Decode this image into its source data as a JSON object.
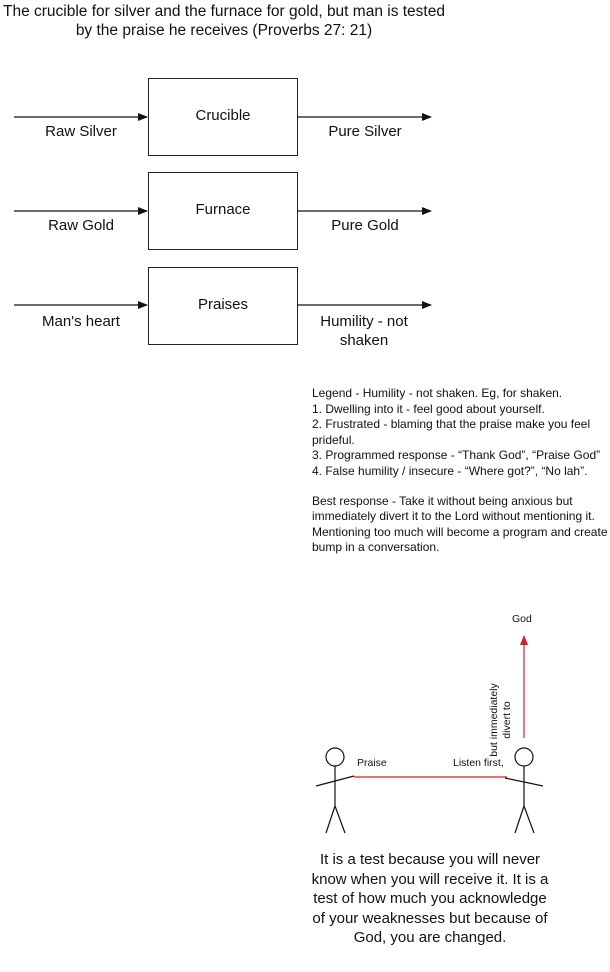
{
  "title": "The crucible for silver and the furnace for gold, but man is tested by the praise he receives (Proverbs 27: 21)",
  "processes": [
    {
      "box": "Crucible",
      "input": "Raw Silver",
      "output": "Pure Silver"
    },
    {
      "box": "Furnace",
      "input": "Raw Gold",
      "output": "Pure Gold"
    },
    {
      "box": "Praises",
      "input": "Man's heart",
      "output": "Humility - not shaken"
    }
  ],
  "legend": {
    "lines": [
      "Legend - Humility - not shaken. Eg, for shaken.",
      "1. Dwelling into it - feel good about yourself.",
      "2. Frustrated - blaming that the praise make you feel prideful.",
      "3. Programmed response - “Thank God”, “Praise God”",
      "4. False humility / insecure - “Where got?”, “No lah”."
    ],
    "best_response": "Best response - Take it without being anxious but immediately divert it to the Lord without mentioning it. Mentioning too much will become a program and create bump in a conversation."
  },
  "scene": {
    "god_label": "God",
    "divert_label_1": "but immediately",
    "divert_label_2": "divert to",
    "praise_label": "Praise",
    "listen_label": "Listen first,",
    "accent_color": "#d42020"
  },
  "summary": "It is a test because you will never know when you will receive it. It is a test of how much you acknowledge of your weaknesses but because of God, you are changed."
}
